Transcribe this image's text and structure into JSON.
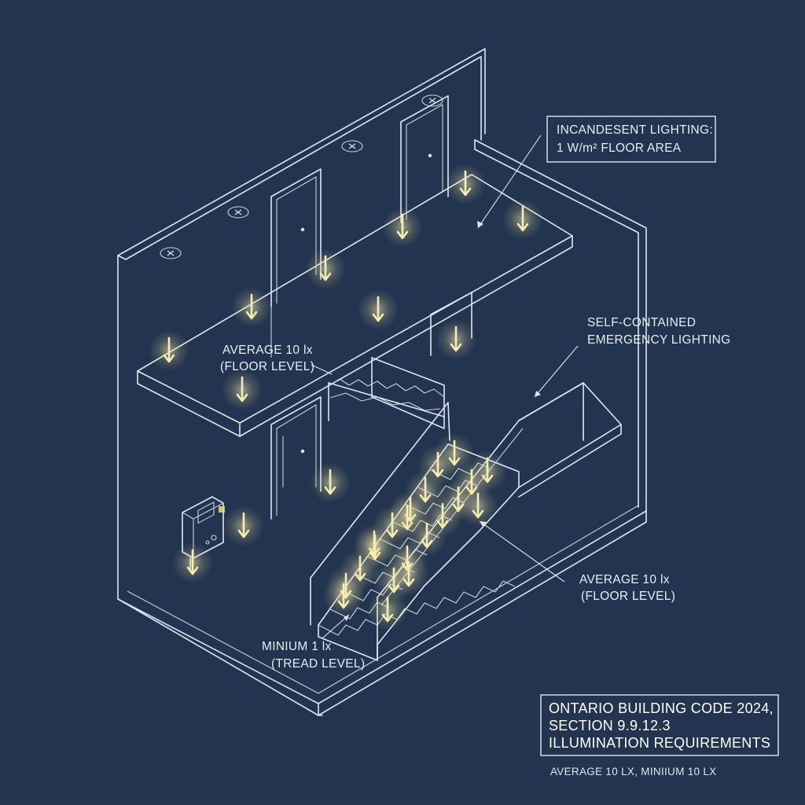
{
  "labels": {
    "incandescent_line1": "INCANDESENT LIGHTING:",
    "incandescent_line2": "1 W/m² FLOOR AREA",
    "emergency_line1": "SELF-CONTAINED",
    "emergency_line2": "EMERGENCY LIGHTING",
    "upper_floor_line1": "AVERAGE 10 lx",
    "upper_floor_line2": "(FLOOR LEVEL)",
    "lower_floor_line1": "AVERAGE 10 lx",
    "lower_floor_line2": "(FLOOR LEVEL)",
    "tread_line1": "MINIUM 1 lx",
    "tread_line2": "(TREAD LEVEL)"
  },
  "code_box": {
    "line1": "ONTARIO BUILDING CODE 2024,",
    "line2": "SECTION 9.9.12.3",
    "line3": "ILLUMINATION REQUIREMENTS",
    "footnote": "AVERAGE 10 LX, MINIIUM 10 LX"
  },
  "colors": {
    "background": "#22344f",
    "linework": "#dfe6ee",
    "light_glow": "#f3e7a6"
  },
  "icons": [
    "exit-sign-icon",
    "control-panel-icon",
    "light-arrow-icon"
  ]
}
